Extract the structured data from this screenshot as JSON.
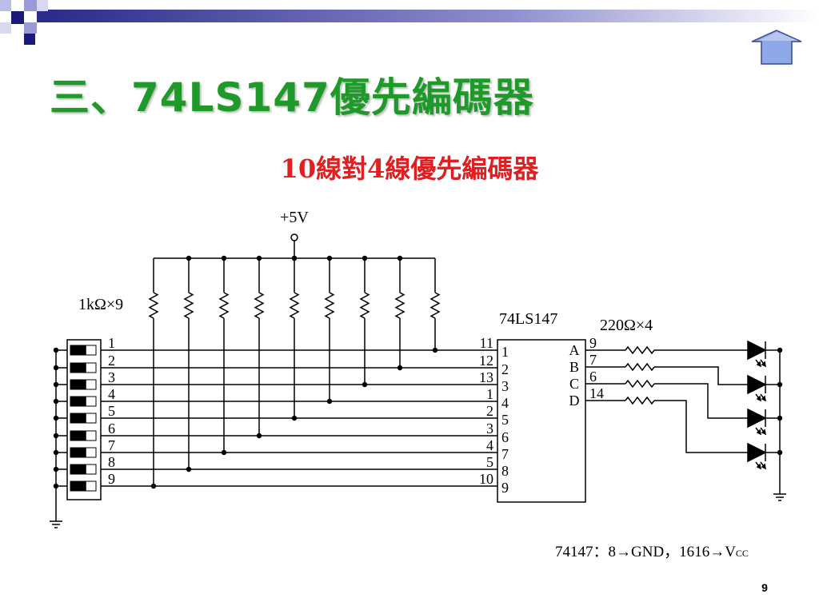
{
  "slide": {
    "title": "三、74LS147優先編碼器",
    "subtitle": "10線對4線優先編碼器",
    "page_number": "9",
    "accent_color": "#1f9a2a",
    "subtitle_color": "#e02020",
    "corner_color_dark": "#1a1a7a",
    "corner_color_light": "#9a9ad8"
  },
  "home_button": {
    "icon": "up-arrow-icon",
    "color": "#8fa8e8"
  },
  "circuit": {
    "supply_label": "+5V",
    "pullup_label": "1kΩ×9",
    "ic_label": "74LS147",
    "resistor_label": "220Ω×4",
    "switch_numbers": [
      "1",
      "2",
      "3",
      "4",
      "5",
      "6",
      "7",
      "8",
      "9"
    ],
    "ic_input_pins": [
      "11",
      "12",
      "13",
      "1",
      "2",
      "3",
      "4",
      "5",
      "10"
    ],
    "ic_input_names": [
      "1",
      "2",
      "3",
      "4",
      "5",
      "6",
      "7",
      "8",
      "9"
    ],
    "ic_output_names": [
      "A",
      "B",
      "C",
      "D"
    ],
    "ic_output_pins": [
      "9",
      "7",
      "6",
      "14"
    ],
    "note_prefix": "74147：8",
    "note_gnd": "GND，16",
    "note_vcc_main": "V",
    "note_vcc_sub": "CC"
  }
}
